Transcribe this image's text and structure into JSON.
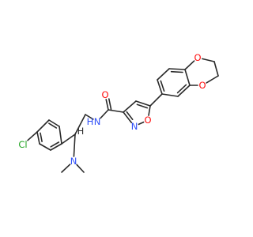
{
  "molecule": {
    "colors": {
      "bond": "#2a2a2a",
      "carbon": "#2a2a2a",
      "nitrogen": "#3050f8",
      "oxygen": "#ff0d0d",
      "chlorine": "#1fa31f",
      "background": "#ffffff"
    },
    "atom_labels": {
      "chlorine": "Cl",
      "amide_nitrogen": "N",
      "amide_hydrogen": "H",
      "carbonyl_oxygen": "O",
      "isoxazole_oxygen": "O",
      "isoxazole_nitrogen": "N",
      "dioxane_oxygen_top": "O",
      "dioxane_oxygen_bottom": "O",
      "amine_nitrogen": "N",
      "stereo_hydrogen": "H"
    }
  }
}
